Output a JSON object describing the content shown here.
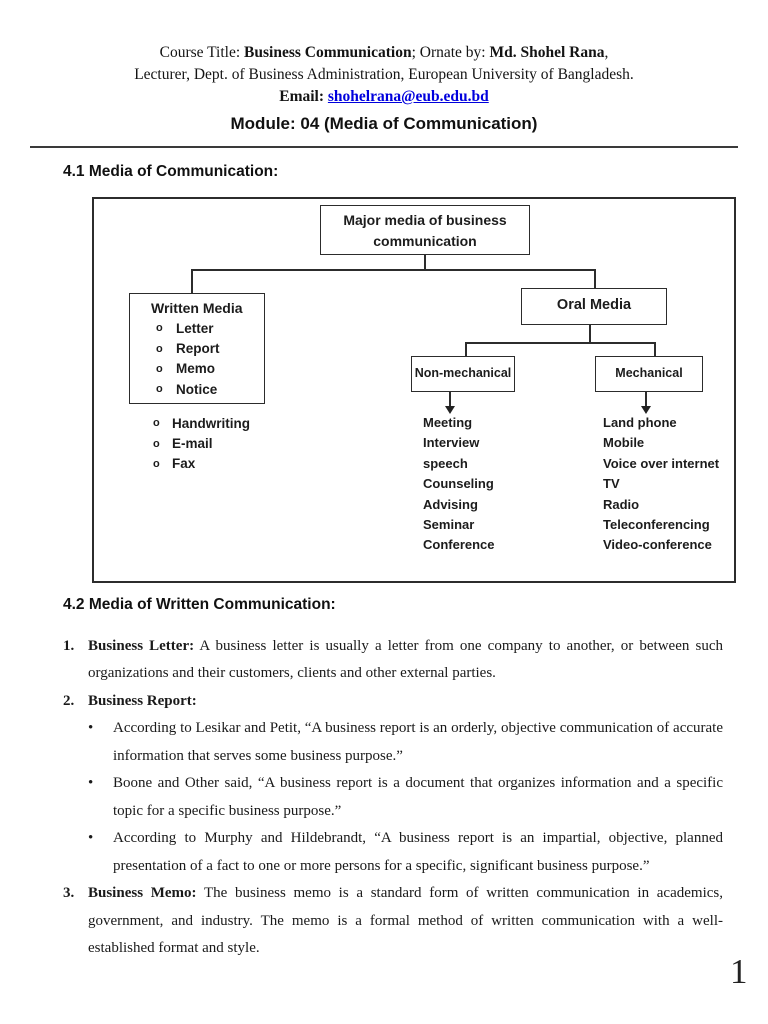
{
  "header": {
    "course_prefix": "Course Title: ",
    "course_title": "Business Communication",
    "ornate_prefix": "; Ornate by: ",
    "author": "Md. Shohel Rana",
    "line1_suffix": ",",
    "line2": "Lecturer, Dept. of Business Administration, European University of Bangladesh.",
    "email_label": "Email: ",
    "email": "shohelrana@eub.edu.bd",
    "email_color": "#0000dd"
  },
  "module_title": "Module: 04 (Media of Communication)",
  "sections": {
    "s41_heading": "4.1 Media of Communication:",
    "s42_heading": "4.2 Media of Written Communication:"
  },
  "diagram": {
    "root_line1": "Major media of business",
    "root_line2": "communication",
    "bullet_char": "o",
    "written": {
      "title": "Written Media",
      "items": [
        "Letter",
        "Report",
        "Memo",
        "Notice"
      ],
      "extra_items": [
        "Handwriting",
        "E-mail",
        "Fax"
      ]
    },
    "oral": {
      "title": "Oral Media"
    },
    "non_mechanical": {
      "title": "Non-mechanical",
      "items": [
        "Meeting",
        "Interview",
        "speech",
        "Counseling",
        "Advising",
        "Seminar",
        "Conference"
      ]
    },
    "mechanical": {
      "title": "Mechanical",
      "items": [
        "Land phone",
        "Mobile",
        "Voice over internet",
        "TV",
        "Radio",
        "Teleconferencing",
        "Video-conference"
      ]
    }
  },
  "content": {
    "bullet_char": "•",
    "items": [
      {
        "number": "1.",
        "lead": "Business Letter:",
        "text": "A business letter is usually a letter from one company to another, or between such organizations and their customers, clients and other external parties."
      },
      {
        "number": "2.",
        "lead": "Business Report:",
        "bullets": [
          "According to Lesikar and Petit, “A business report is an orderly, objective communication of accurate information that serves some business purpose.”",
          "Boone and Other said, “A business report is a document that organizes information and a specific topic for a specific business purpose.”",
          "According to Murphy and Hildebrandt, “A business report is an impartial, objective, planned presentation of a fact to one or more persons for a specific, significant business purpose.”"
        ]
      },
      {
        "number": "3.",
        "lead": "Business Memo:",
        "text": "The business memo is a standard form of written communication in academics, government, and industry. The memo is a formal method of written communication with a well-established format and style."
      }
    ]
  },
  "page_number": "1"
}
